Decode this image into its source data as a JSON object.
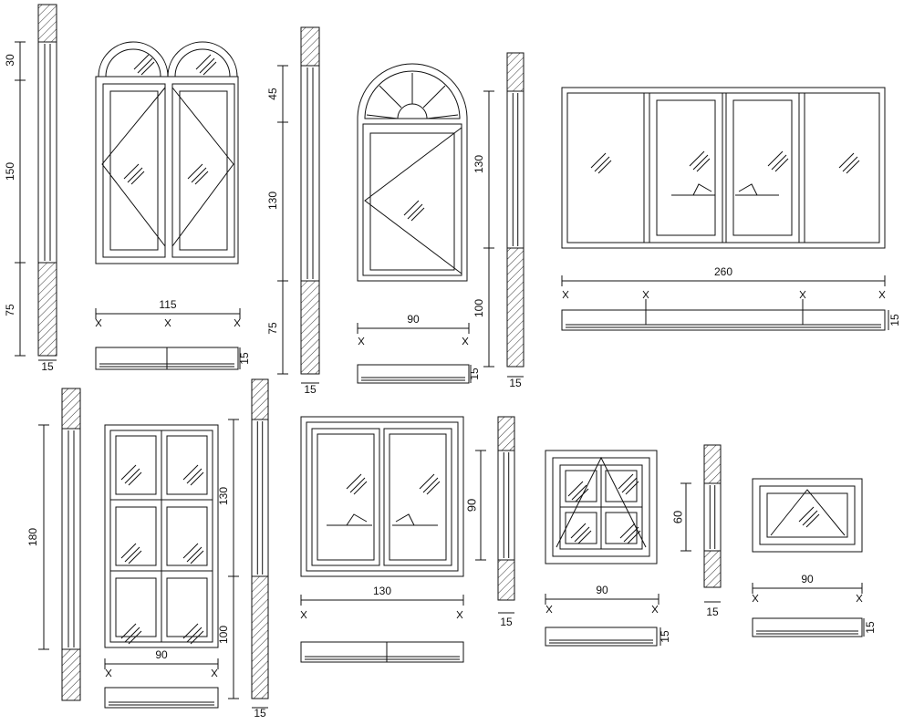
{
  "colors": {
    "stroke": "#111111",
    "background": "#ffffff",
    "hatch": "#333333"
  },
  "details": [
    {
      "name": "arched-double-casement",
      "section_dims": [
        "30",
        "150",
        "75"
      ],
      "wall_thickness": "15",
      "plan_width": "115",
      "plan_depth": "15"
    },
    {
      "name": "arched-fanlight-casement",
      "section_dims": [
        "45",
        "130",
        "75"
      ],
      "wall_thickness": "15",
      "plan_width": "90",
      "plan_depth": "15",
      "right_section_dims": [
        "130",
        "100"
      ],
      "right_wall_thickness": "15"
    },
    {
      "name": "four-panel-sliding",
      "plan_width": "260",
      "plan_depth": "15"
    },
    {
      "name": "six-light-door",
      "section_dims": [
        "180"
      ],
      "plan_width": "90",
      "right_section_dims": [
        "130",
        "100"
      ],
      "right_wall_thickness": "15"
    },
    {
      "name": "double-sliding",
      "plan_width": "130",
      "right_section_dims": [
        "90"
      ],
      "right_wall_thickness": "15"
    },
    {
      "name": "four-light-awning",
      "plan_width": "90",
      "plan_depth": "15",
      "right_section_dims": [
        "60"
      ],
      "right_wall_thickness": "15"
    },
    {
      "name": "single-awning",
      "plan_width": "90",
      "plan_depth": "15"
    }
  ]
}
